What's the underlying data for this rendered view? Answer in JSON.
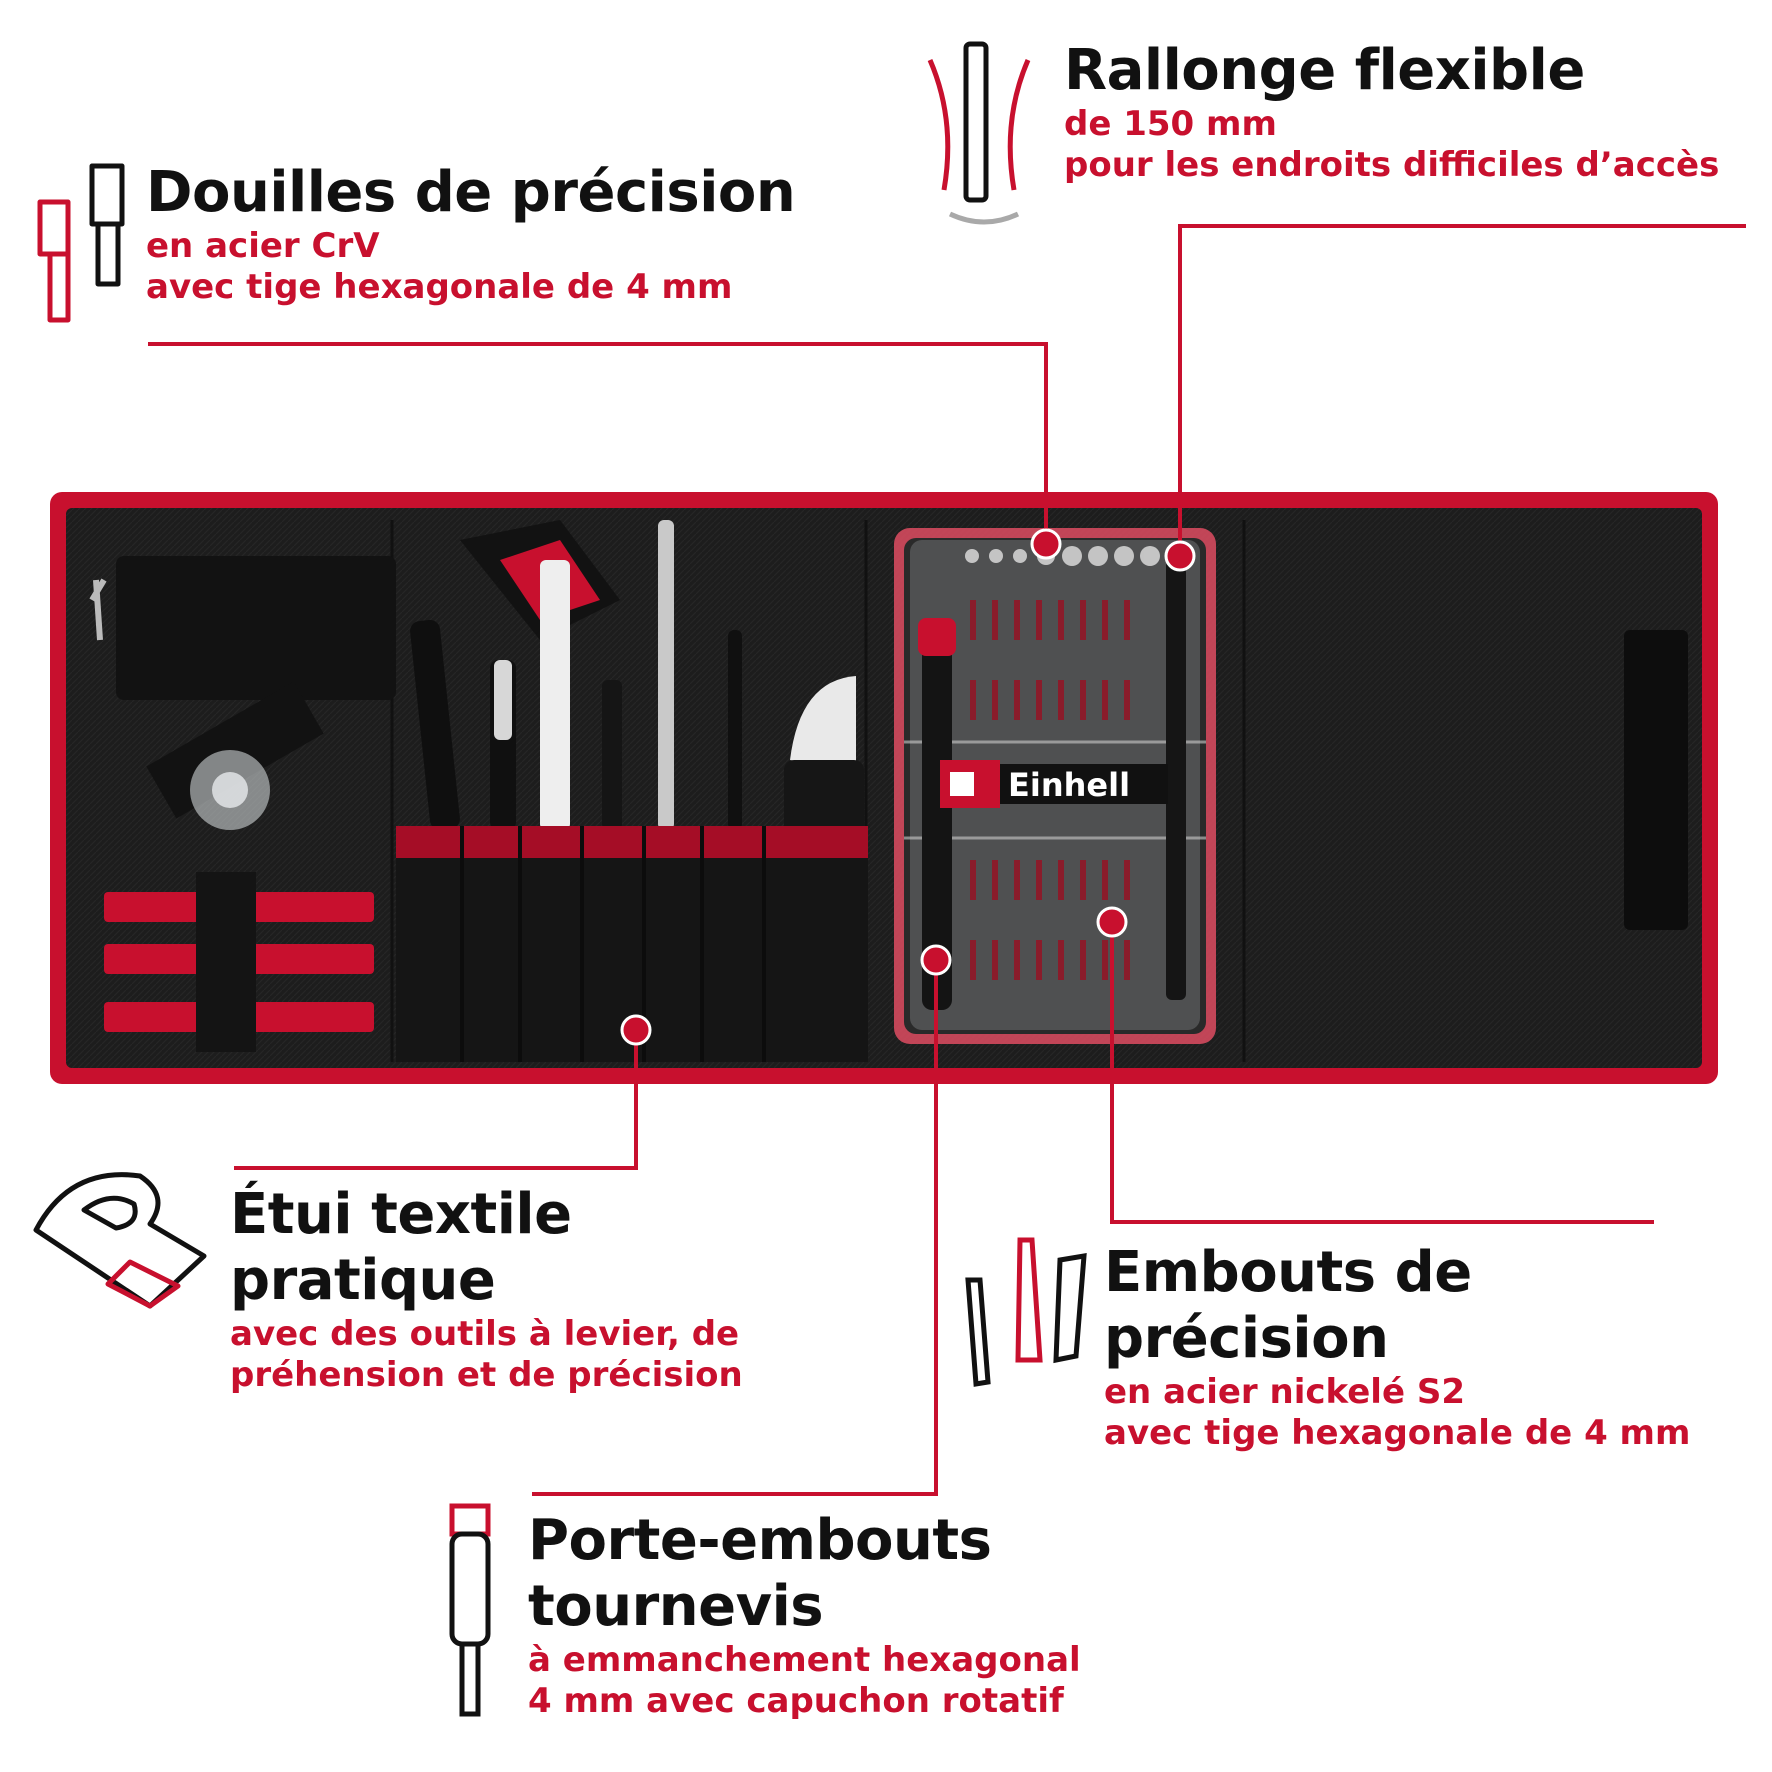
{
  "brand": {
    "name": "Einhell",
    "accent": "#c8102e",
    "case_color": "#1c1c1c"
  },
  "features": {
    "sockets": {
      "title": "Douilles de précision",
      "line1": "en acier CrV",
      "line2": "avec tige hexagonale de 4 mm",
      "icon": "socket-icon"
    },
    "extension": {
      "title": "Rallonge flexible",
      "line1": "de 150 mm",
      "line2": "pour les endroits difficiles d’accès",
      "icon": "flex-shaft-icon"
    },
    "case": {
      "title_line1": "Étui textile",
      "title_line2": "pratique",
      "line1": "avec des outils à levier, de",
      "line2": "préhension et de précision",
      "icon": "textile-roll-icon"
    },
    "bits": {
      "title": "Embouts de précision",
      "line1": "en acier nickelé S2",
      "line2": "avec tige hexagonale de 4 mm",
      "icon": "bit-icon"
    },
    "holder": {
      "title_line1": "Porte-embouts",
      "title_line2": "tournevis",
      "line1": "à emmanchement hexagonal",
      "line2": "4 mm avec capuchon rotatif",
      "icon": "screwdriver-icon"
    }
  }
}
